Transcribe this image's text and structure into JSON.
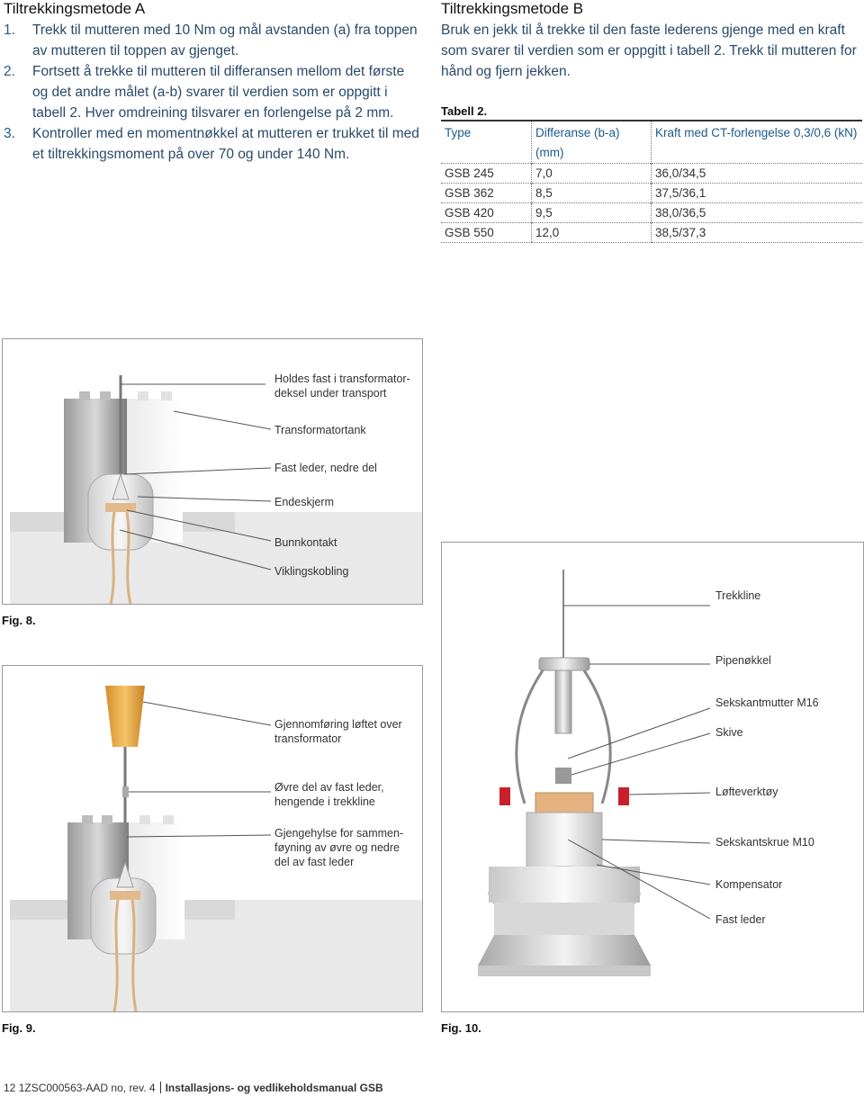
{
  "method_a": {
    "title": "Tiltrekkingsmetode A",
    "steps": [
      {
        "num": "1.",
        "text": "Trekk til mutteren med 10 Nm og mål avstanden (a) fra toppen av mutteren til toppen av gjenget."
      },
      {
        "num": "2.",
        "text": "Fortsett å trekke til mutteren til differansen mellom det første og det andre målet (a-b) svarer til verdien som er oppgitt i tabell 2. Hver omdreining tilsvarer en forlengelse på 2 mm."
      },
      {
        "num": "3.",
        "text": "Kontroller med en momentnøkkel at mutteren er trukket til med et tiltrekkingsmoment på over 70 og under 140 Nm."
      }
    ]
  },
  "method_b": {
    "title": "Tiltrekkingsmetode B",
    "text": "Bruk en jekk til å trekke til den faste lederens gjenge med en kraft som svarer til verdien som er oppgitt i tabell 2. Trekk til mutteren for hånd og fjern jekken."
  },
  "table2": {
    "caption": "Tabell 2.",
    "headers": [
      "Type",
      "Differanse (b-a) (mm)",
      "Kraft med CT-forlengelse 0,3/0,6 (kN)"
    ],
    "rows": [
      [
        "GSB 245",
        "7,0",
        "36,0/34,5"
      ],
      [
        "GSB 362",
        "8,5",
        "37,5/36,1"
      ],
      [
        "GSB 420",
        "9,5",
        "38,0/36,5"
      ],
      [
        "GSB 550",
        "12,0",
        "38,5/37,3"
      ]
    ]
  },
  "fig8": {
    "caption": "Fig. 8.",
    "labels": [
      "Holdes fast i transformator-\ndeksel under transport",
      "Transformatortank",
      "Fast leder, nedre del",
      "Endeskjerm",
      "Bunnkontakt",
      "Viklingskobling"
    ]
  },
  "fig9": {
    "caption": "Fig. 9.",
    "labels": [
      "Gjennomføring løftet over\ntransformator",
      "Øvre del av fast leder,\nhengende i trekkline",
      "Gjengehylse for sammen-\nføyning av øvre og nedre\ndel av fast leder"
    ]
  },
  "fig10": {
    "caption": "Fig. 10.",
    "labels": [
      "Trekkline",
      "Pipenøkkel",
      "Sekskantmutter M16",
      "Skive",
      "Løfteverktøy",
      "Sekskantskrue M10",
      "Kompensator",
      "Fast leder"
    ]
  },
  "footer": {
    "page": "12",
    "doc": "1ZSC000563-AAD no, rev. 4",
    "title": "Installasjons- og vedlikeholdsmanual GSB"
  }
}
